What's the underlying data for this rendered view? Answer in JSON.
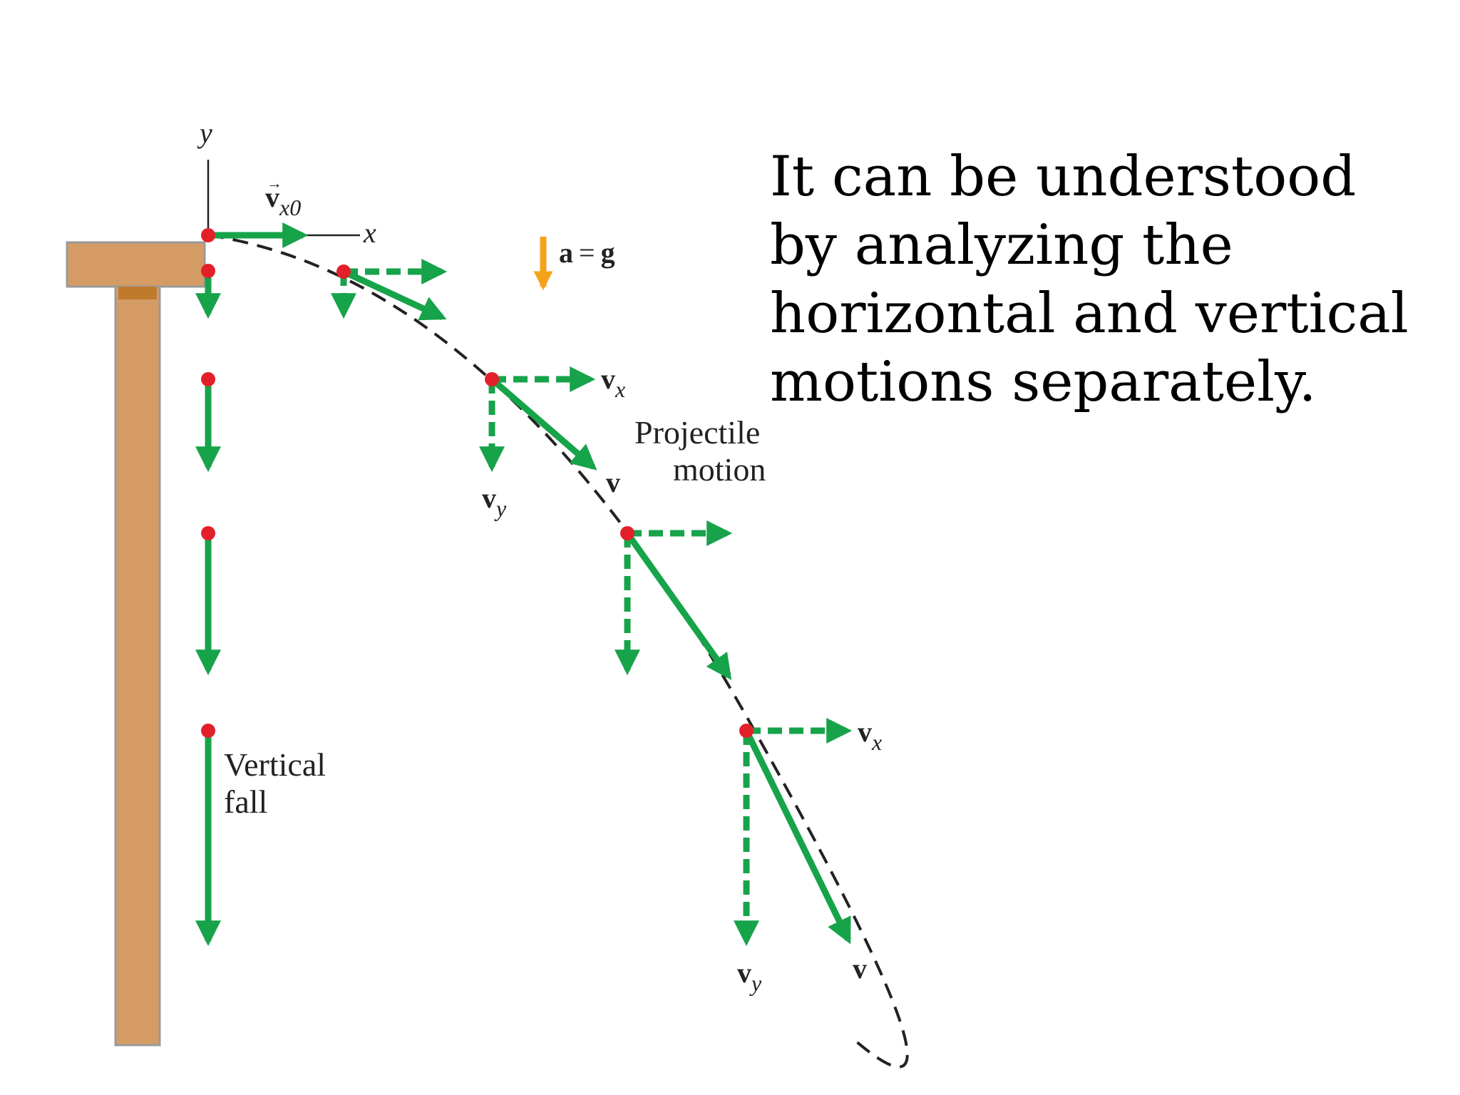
{
  "slide": {
    "body_text": "It can be understood by analyzing the horizontal and vertical motions separately."
  },
  "diagram": {
    "axis_y_label": "y",
    "axis_x_label": "x",
    "vx0_symbol": "v",
    "vx0_subscript": "x0",
    "accel_a_symbol": "a",
    "accel_equals": "=",
    "accel_g_symbol": "g",
    "vx_label_upper": {
      "symbol": "v",
      "subscript": "x"
    },
    "vy_label_upper": {
      "symbol": "v",
      "subscript": "y"
    },
    "v_label_upper": "v",
    "projectile_label_line1": "Projectile",
    "projectile_label_line2": "motion",
    "vx_label_lower": {
      "symbol": "v",
      "subscript": "x"
    },
    "vy_label_lower": {
      "symbol": "v",
      "subscript": "y"
    },
    "v_label_lower": "v",
    "vertical_fall_line1": "Vertical",
    "vertical_fall_line2": "fall"
  },
  "colors": {
    "vector_green": "#17a34a",
    "dot_red": "#e3202a",
    "accel_orange": "#f5a21b",
    "table_tan": "#d49c64",
    "table_edge": "#9a9a9a",
    "trajectory": "#222222"
  }
}
